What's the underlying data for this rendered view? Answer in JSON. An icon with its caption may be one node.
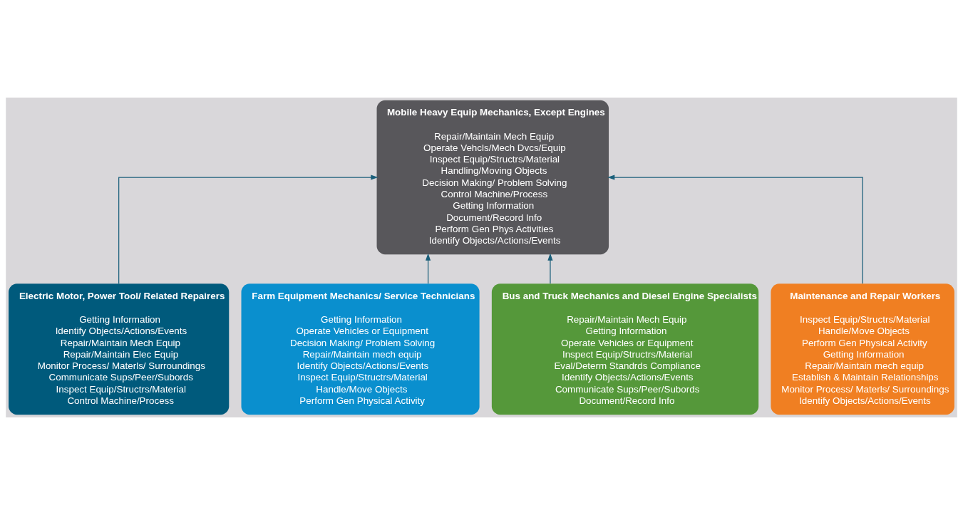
{
  "diagram": {
    "nodes": [
      {
        "text": [
          "Mobile Heavy Equip Mechanics, Except Engines",
          "Repair/Maintain Mech Equip",
          "Operate Vehcls/Mech Dvcs/Equip",
          "Inspect Equip/Structrs/Material",
          "Handling/Moving Objects",
          "Decision Making/ Problem Solving",
          "Control Machine/Process",
          "Getting Information",
          "Document/Record Info",
          "Perform Gen Phys Activities",
          "Identify Objects/Actions/Events"
        ]
      },
      {
        "text": [
          "Electric Motor, Power Tool/ Related Repairers",
          "Getting Information",
          "Identify Objects/Actions/Events",
          "Repair/Maintain Mech Equip",
          "Repair/Maintain Elec Equip",
          "Monitor Process/ Materls/ Surroundings",
          "Communicate Sups/Peer/Subords",
          "Inspect Equip/Structrs/Material",
          "Control Machine/Process"
        ]
      },
      {
        "text": [
          "Farm Equipment Mechanics/ Service Technicians",
          "Getting Information",
          "Operate Vehicles or Equipment",
          "Decision Making/ Problem Solving",
          "Repair/Maintain mech equip",
          "Identify Objects/Actions/Events",
          "Inspect Equip/Structrs/Material",
          "Handle/Move Objects",
          "Perform Gen Physical Activity"
        ]
      },
      {
        "text": [
          "Bus and Truck Mechanics and Diesel Engine Specialists",
          "Repair/Maintain Mech Equip",
          "Getting Information",
          "Operate Vehicles or Equipment",
          "Inspect Equip/Structrs/Material",
          "Eval/Determ Standrds Compliance",
          "Identify Objects/Actions/Events",
          "Communicate Sups/Peer/Subords",
          "Document/Record Info"
        ]
      },
      {
        "text": [
          "Maintenance and Repair Workers",
          "Inspect Equip/Structrs/Material",
          "Handle/Move Objects",
          "Perform Gen Physical Activity",
          "Getting Information",
          "Repair/Maintain mech equip",
          "Establish & Maintain Relationships",
          "Monitor Process/ Materls/ Surroundings",
          "Identify Objects/Actions/Events"
        ]
      }
    ],
    "edges": [
      {
        "from": 1,
        "to": 0,
        "arrow": "to"
      },
      {
        "from": 2,
        "to": 0,
        "arrow": "to"
      },
      {
        "from": 3,
        "to": 0,
        "arrow": "to"
      },
      {
        "from": 4,
        "to": 0,
        "arrow": "to"
      }
    ]
  }
}
